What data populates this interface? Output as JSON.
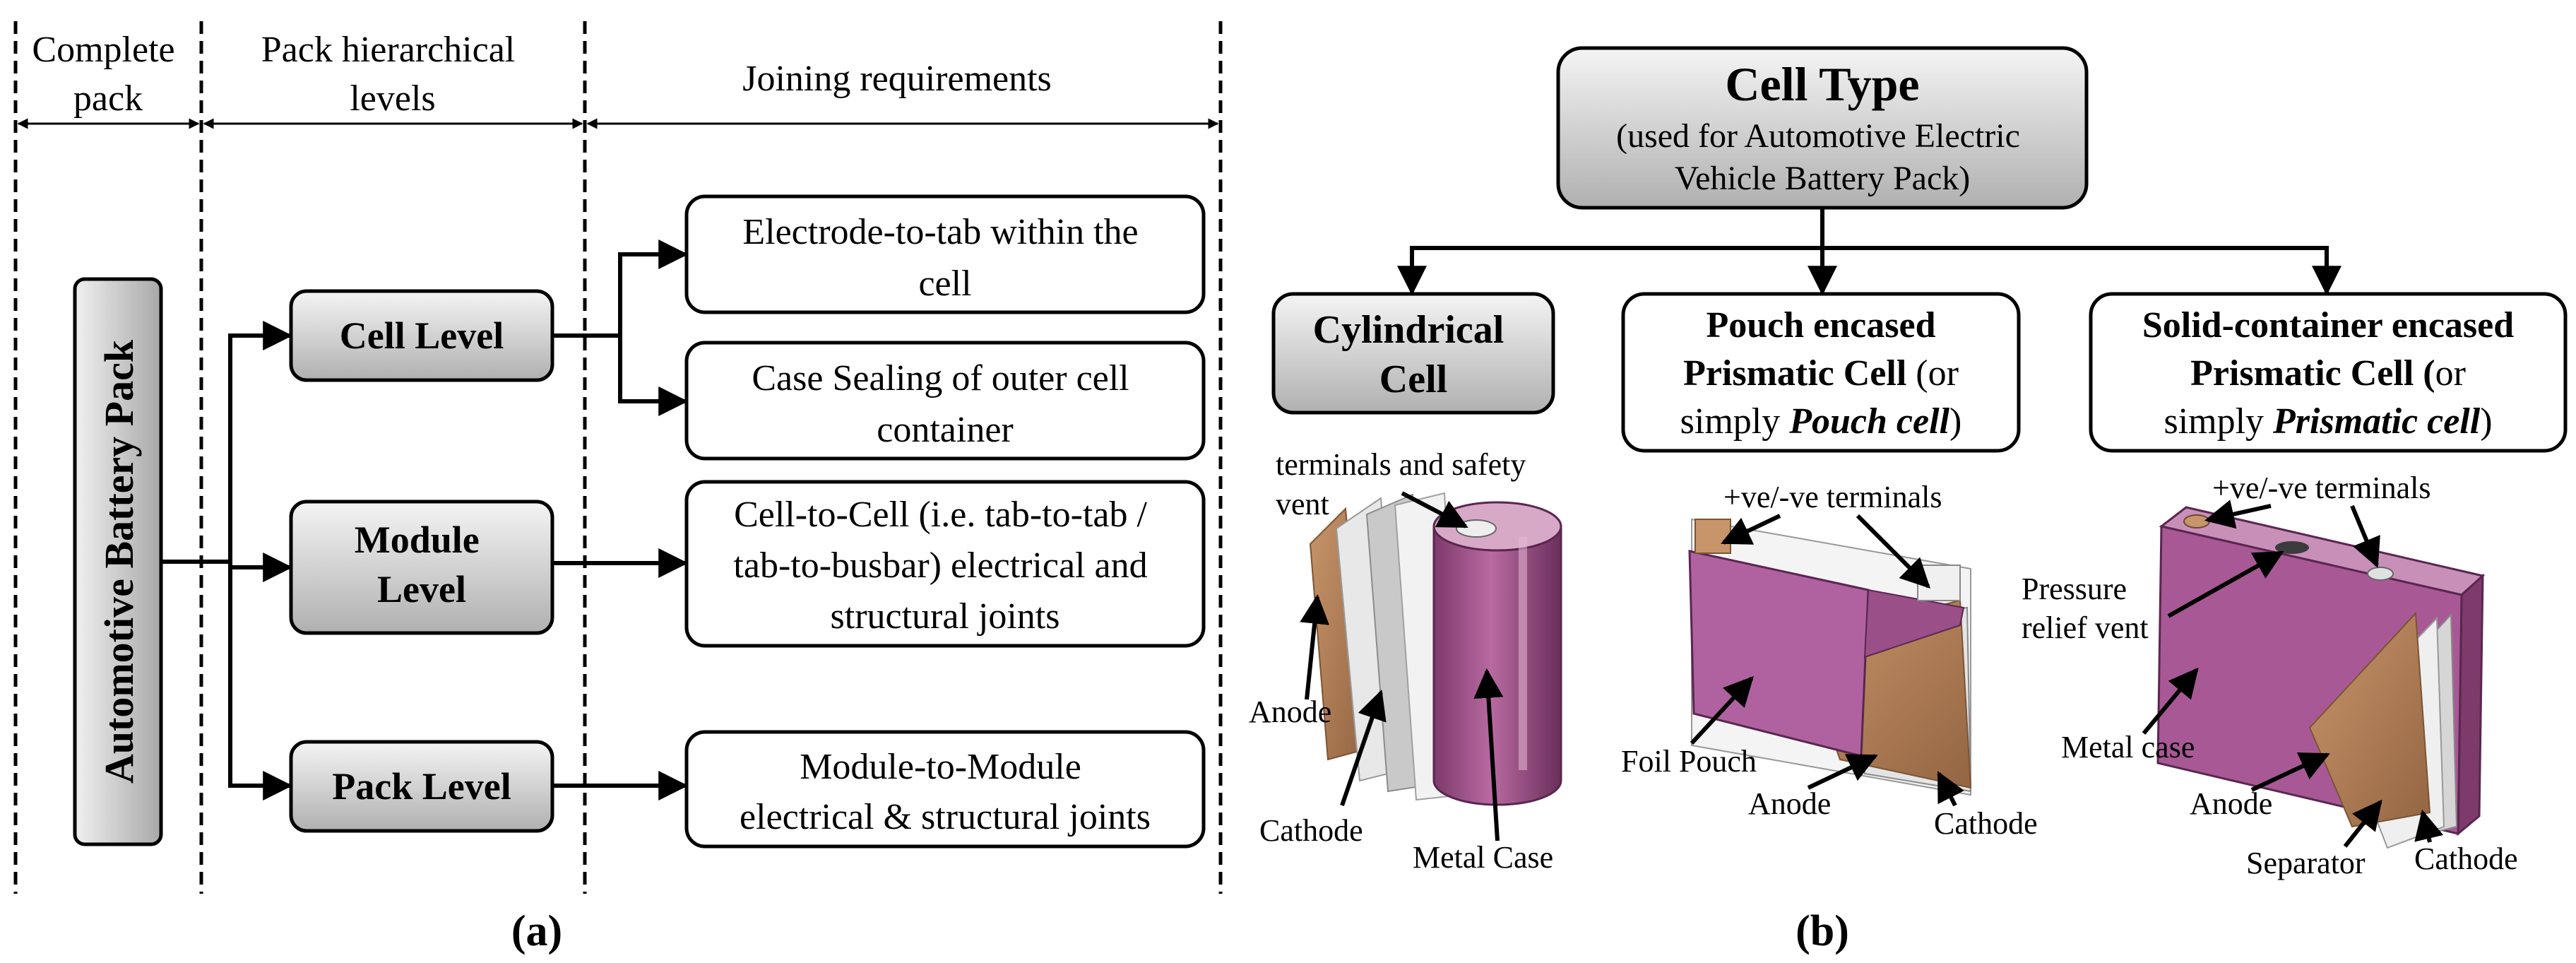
{
  "panel_a": {
    "caption": "(a)",
    "headers": {
      "complete_pack": [
        "Complete",
        "pack"
      ],
      "hierarchical_levels": [
        "Pack hierarchical",
        "levels"
      ],
      "joining_requirements": "Joining requirements"
    },
    "pack_label": "Automotive Battery Pack",
    "levels": {
      "cell": "Cell Level",
      "module": [
        "Module",
        "Level"
      ],
      "pack": "Pack Level"
    },
    "requirements": {
      "electrode_tab": [
        "Electrode-to-tab within the",
        "cell"
      ],
      "case_sealing": [
        "Case Sealing of outer cell",
        "container"
      ],
      "cell_to_cell": [
        "Cell-to-Cell (i.e. tab-to-tab /",
        "tab-to-busbar) electrical and",
        "structural joints"
      ],
      "module_to_module": [
        "Module-to-Module",
        "electrical & structural joints"
      ]
    }
  },
  "panel_b": {
    "caption": "(b)",
    "cell_type": {
      "title": "Cell Type",
      "subtitle": [
        "(used for Automotive Electric",
        "Vehicle Battery Pack)"
      ]
    },
    "cylindrical": {
      "title": [
        "Cylindrical",
        "Cell"
      ],
      "labels": {
        "terminals": [
          "terminals and safety",
          "vent"
        ],
        "anode": "Anode",
        "cathode": "Cathode",
        "metal_case": "Metal Case"
      }
    },
    "pouch": {
      "title_bold_1": "Pouch encased",
      "title_bold_2": "Prismatic Cell",
      "title_tail_2": " (or",
      "title_pre_3": "simply ",
      "title_bolditalic_3": "Pouch cell",
      "title_post_3": ")",
      "labels": {
        "terminals": "+ve/-ve terminals",
        "foil_pouch": "Foil Pouch",
        "anode": "Anode",
        "cathode": "Cathode"
      }
    },
    "prismatic": {
      "title_bold_1": "Solid-container encased",
      "title_bold_2": "Prismatic Cell (",
      "title_tail_2": "or",
      "title_pre_3": "simply ",
      "title_bolditalic_3": "Prismatic cell",
      "title_post_3": ")",
      "labels": {
        "terminals": "+ve/-ve terminals",
        "pressure_vent": [
          "Pressure",
          "relief vent"
        ],
        "metal_case": "Metal case",
        "anode": "Anode",
        "separator": "Separator",
        "cathode": "Cathode"
      }
    }
  },
  "colors": {
    "box_gradient_top": "#f2f2f2",
    "box_gradient_bottom": "#a6a6a6",
    "cell_purple": "#9c4f86",
    "copper": "#b5845a",
    "separator_gray": "#dcdcdc"
  }
}
